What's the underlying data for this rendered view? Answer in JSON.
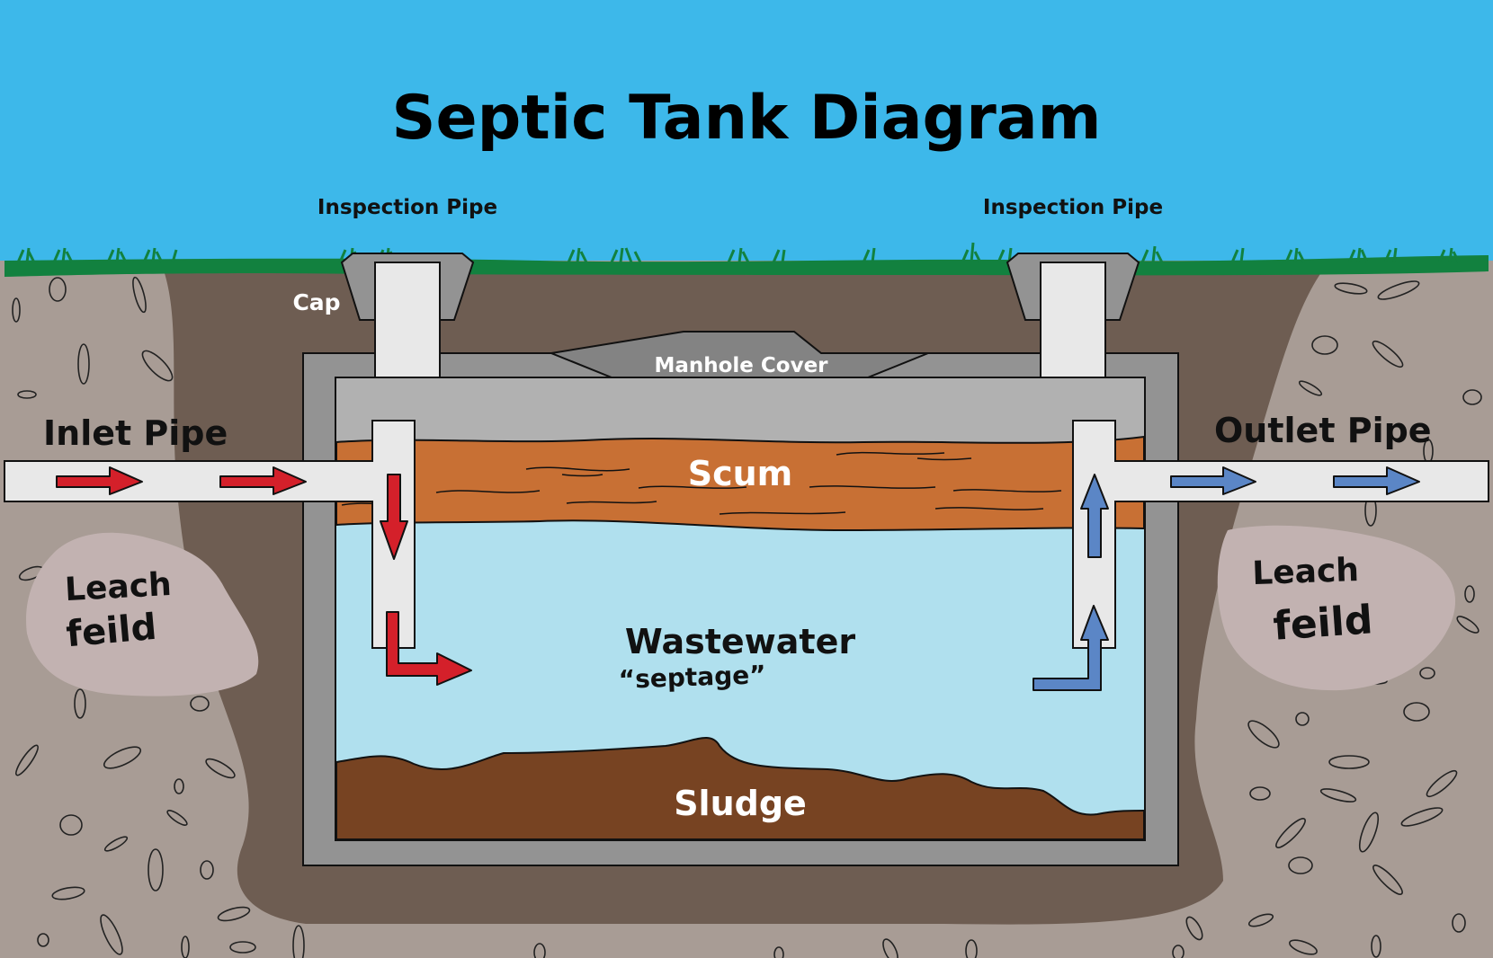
{
  "title": "Septic Tank Diagram",
  "labels": {
    "inspection_pipe_left": "Inspection Pipe",
    "inspection_pipe_right": "Inspection Pipe",
    "cap": "Cap",
    "manhole_cover": "Manhole Cover",
    "inlet_pipe": "Inlet Pipe",
    "outlet_pipe": "Outlet Pipe",
    "scum": "Scum",
    "wastewater": "Wastewater",
    "septage": "“septage”",
    "sludge": "Sludge",
    "leach_left_line1": "Leach",
    "leach_left_line2": "feild",
    "leach_right_line1": "Leach",
    "leach_right_line2": "feild"
  },
  "colors": {
    "sky": "#3db8ea",
    "grass": "#12813f",
    "soil": "#6e5d52",
    "gravel": "#a89c95",
    "leach_patch": "#c2b2b1",
    "tank_wall": "#939393",
    "tank_air": "#b1b1b1",
    "scum": "#c87034",
    "wastewater": "#b0e0ee",
    "sludge": "#774322",
    "pipe": "#e8e8e8",
    "inflow_arrow": "#d4202a",
    "outflow_arrow": "#5b86c6"
  }
}
